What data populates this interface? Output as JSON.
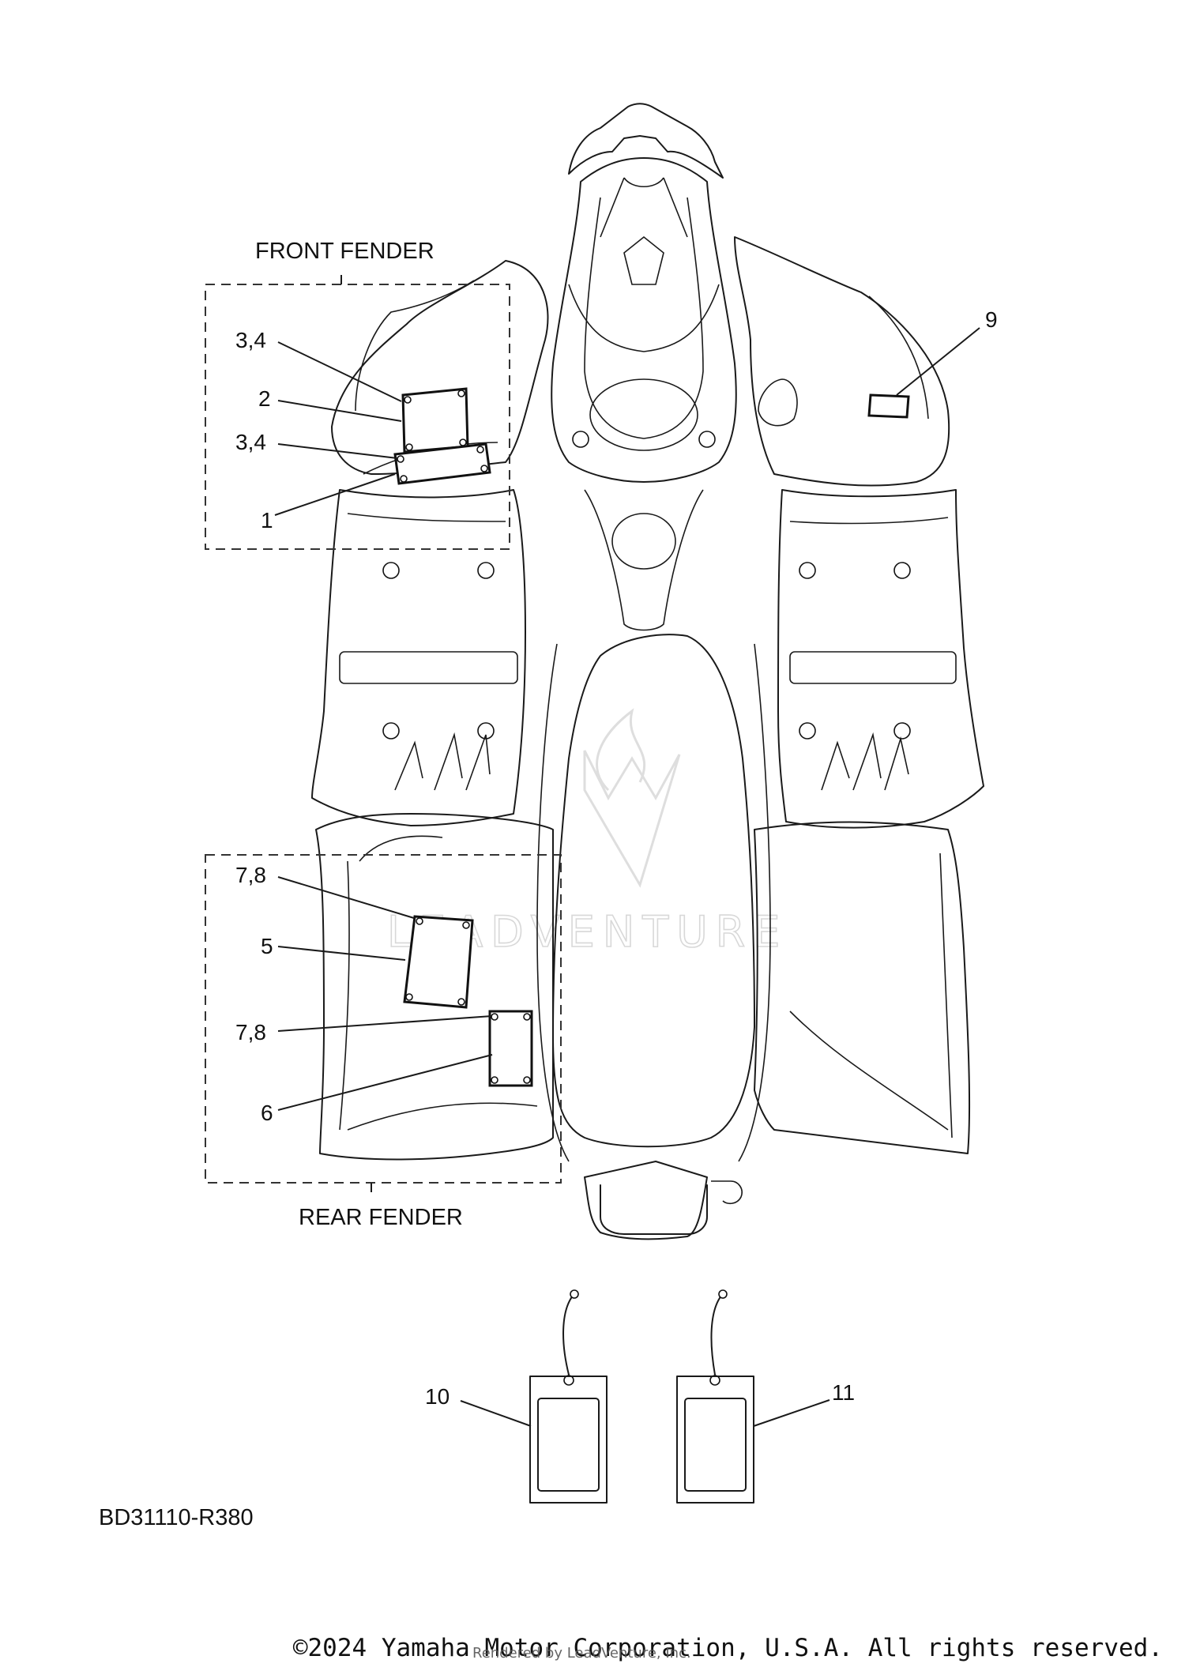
{
  "sections": {
    "front_label": "FRONT FENDER",
    "rear_label": "REAR FENDER"
  },
  "callouts": [
    {
      "id": "c1",
      "text": "3,4"
    },
    {
      "id": "c2",
      "text": "2"
    },
    {
      "id": "c3",
      "text": "3,4"
    },
    {
      "id": "c4",
      "text": "1"
    },
    {
      "id": "c5",
      "text": "9"
    },
    {
      "id": "c6",
      "text": "7,8"
    },
    {
      "id": "c7",
      "text": "5"
    },
    {
      "id": "c8",
      "text": "7,8"
    },
    {
      "id": "c9",
      "text": "6"
    },
    {
      "id": "c10",
      "text": "10"
    },
    {
      "id": "c11",
      "text": "11"
    }
  ],
  "diagram_code": "BD31110-R380",
  "watermark": "LEADVENTURE",
  "footer": {
    "copyright": "©2024 Yamaha Motor Corporation, U.S.A. All rights reserved.",
    "rendered_by": "Rendered by LeadVenture, Inc."
  },
  "colors": {
    "line": "#1a1a1a",
    "background": "#ffffff",
    "watermark": "#d8d8d8"
  }
}
